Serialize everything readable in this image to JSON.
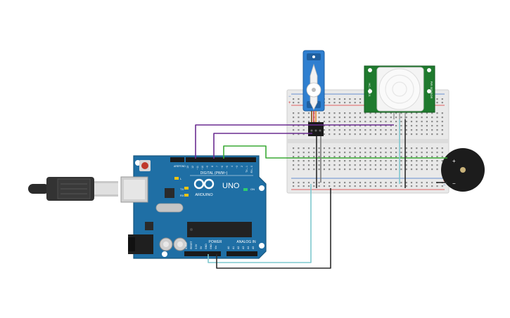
{
  "arduino": {
    "model_label": "UNO",
    "brand_label": "ARDUINO",
    "digital_label": "DIGITAL (PWM~)",
    "power_label": "POWER",
    "analog_label": "ANALOG IN",
    "aref_label": "AREF",
    "gnd_label": "GND",
    "tx_label": "TX",
    "rx_label": "RX",
    "l_label": "L",
    "on_label": "ON",
    "digital_pins": [
      "13",
      "12",
      "~11",
      "~10",
      "~9",
      "8",
      "7",
      "~6",
      "~5",
      "4",
      "~3",
      "2",
      "TX→1",
      "RX←0"
    ],
    "power_pins": [
      "IOREF",
      "RESET",
      "3.3V",
      "5V",
      "GND",
      "GND",
      "Vin"
    ],
    "analog_pins": [
      "A0",
      "A1",
      "A2",
      "A3",
      "A4",
      "A5"
    ],
    "board_color": "#1f6fa5"
  },
  "servo": {
    "body_color": "#2f7fd0"
  },
  "pir_sensor": {
    "board_color": "#1f7a2e",
    "side_label_left": "HC-SR501",
    "side_label_right": "PIR SENSOR"
  },
  "buzzer": {
    "plus_label": "+",
    "minus_label": "−"
  },
  "breadboard": {
    "rail_plus_label": "+",
    "rail_minus_label": "−"
  },
  "wire_colors": {
    "purple": "#6a2c91",
    "green": "#3aaa35",
    "black": "#2b2b2b",
    "cyan": "#7fc8cf",
    "grey": "#7a7a7a"
  }
}
